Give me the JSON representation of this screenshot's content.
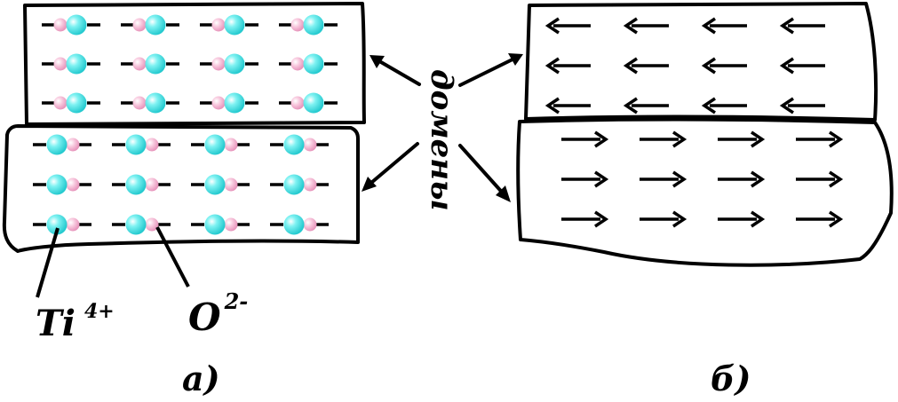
{
  "labels": {
    "domains_word": "домены",
    "ti_base": "Ti",
    "ti_charge": "4+",
    "o_base": "O",
    "o_charge": "2-",
    "panel_a": "а)",
    "panel_b": "б)"
  },
  "colors": {
    "ti_ion": "#3fe0e0",
    "o_ion": "#f2a8c8",
    "outline": "#000000"
  },
  "panel_a": {
    "top_domain": {
      "rows": 3,
      "cols": 4,
      "ion_order": "O-Ti"
    },
    "bottom_domain": {
      "rows": 3,
      "cols": 4,
      "ion_order": "Ti-O"
    }
  },
  "panel_b": {
    "top_domain": {
      "rows": 3,
      "cols": 4,
      "arrow_direction": "left"
    },
    "bottom_domain": {
      "rows": 3,
      "cols": 4,
      "arrow_direction": "right"
    }
  }
}
